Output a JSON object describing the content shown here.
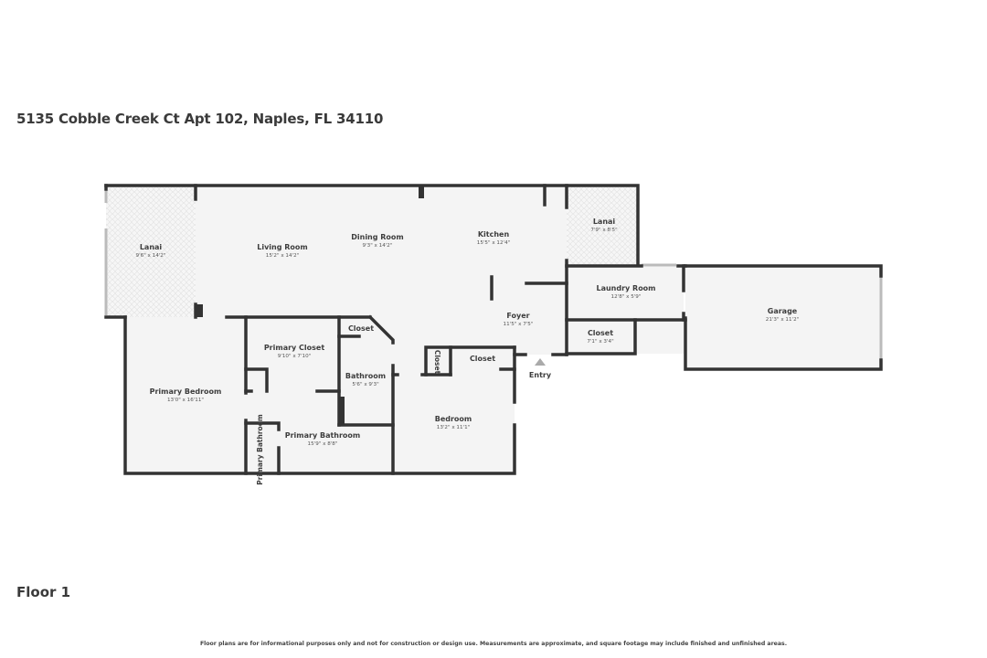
{
  "header": {
    "address": "5135 Cobble Creek Ct Apt 102, Naples, FL 34110"
  },
  "floor": {
    "label": "Floor 1"
  },
  "footer": {
    "disclaimer": "Floor plans are for informational purposes only and not for construction or design use. Measurements are approximate, and square footage may include finished and unfinished areas."
  },
  "rooms": {
    "lanai_left": {
      "name": "Lanai",
      "dim": "9'6\" x 14'2\""
    },
    "living_room": {
      "name": "Living Room",
      "dim": "15'2\" x 14'2\""
    },
    "dining_room": {
      "name": "Dining Room",
      "dim": "9'3\" x 14'2\""
    },
    "kitchen": {
      "name": "Kitchen",
      "dim": "15'5\" x 12'4\""
    },
    "lanai_right": {
      "name": "Lanai",
      "dim": "7'9\" x 8'5\""
    },
    "laundry_room": {
      "name": "Laundry Room",
      "dim": "12'8\" x 5'9\""
    },
    "garage": {
      "name": "Garage",
      "dim": "21'3\" x 11'2\""
    },
    "foyer": {
      "name": "Foyer",
      "dim": "11'5\" x 7'5\""
    },
    "closet_laundry": {
      "name": "Closet",
      "dim": "7'1\" x 3'4\""
    },
    "primary_bedroom": {
      "name": "Primary Bedroom",
      "dim": "13'0\" x 16'11\""
    },
    "primary_closet": {
      "name": "Primary Closet",
      "dim": "9'10\" x 7'10\""
    },
    "closet_hall": {
      "name": "Closet"
    },
    "bathroom": {
      "name": "Bathroom",
      "dim": "5'6\" x 9'3\""
    },
    "primary_bathroom": {
      "name": "Primary Bathroom",
      "dim": "15'9\" x 8'8\""
    },
    "primary_bathroom_wc": {
      "name": "Primary Bathroom"
    },
    "closet_small": {
      "name": "Closet"
    },
    "closet_bedroom": {
      "name": "Closet"
    },
    "bedroom": {
      "name": "Bedroom",
      "dim": "13'2\" x 11'1\""
    }
  },
  "entry": {
    "label": "Entry",
    "icon": "entry-arrow-icon"
  },
  "colors": {
    "wall": "#333333",
    "floor": "#f4f4f4",
    "text": "#3a3a3a"
  }
}
